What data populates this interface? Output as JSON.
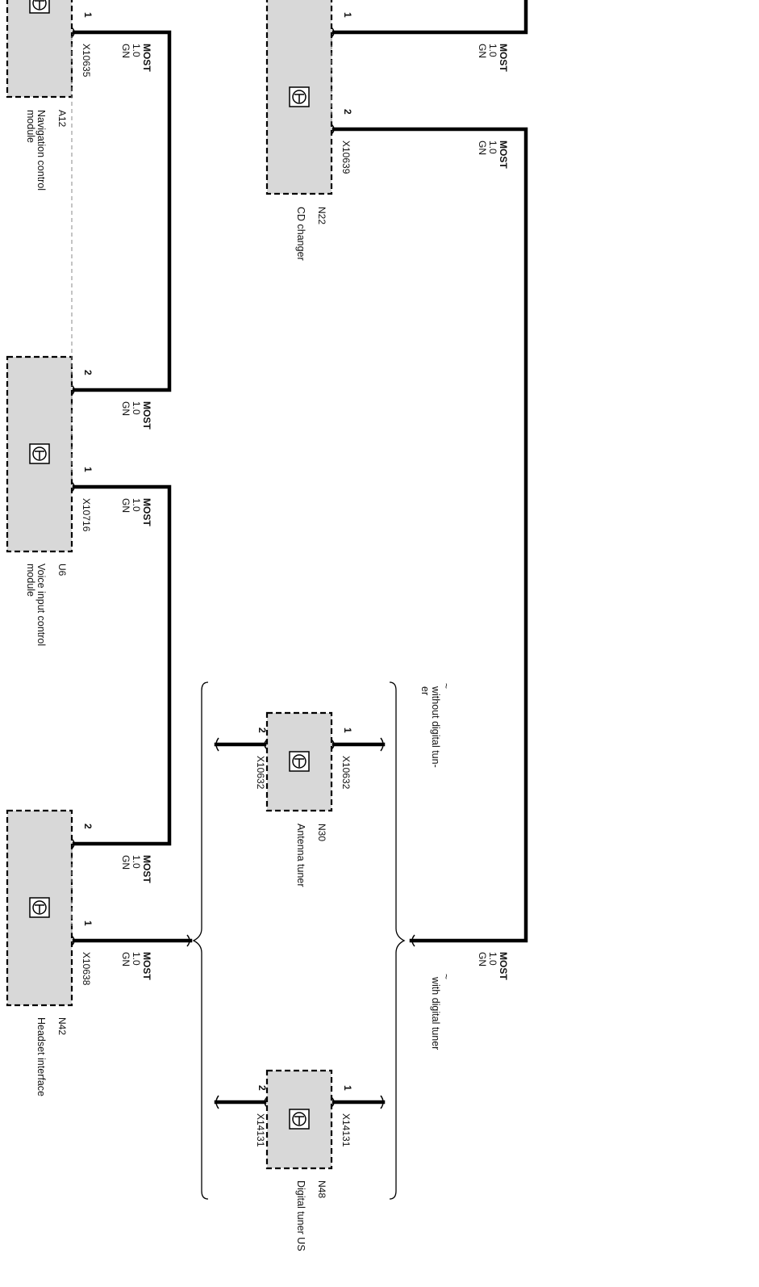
{
  "wire": {
    "type": "MOST",
    "size": "1.0",
    "color": "GN"
  },
  "components": [
    {
      "id": "A12",
      "name": "Navigation control module",
      "name_lines": [
        "Navigation control",
        "module"
      ],
      "connector": "X10635",
      "pins": [
        "1"
      ]
    },
    {
      "id": "U6",
      "name": "Voice input control module",
      "name_lines": [
        "Voice input control",
        "module"
      ],
      "connector": "X10716",
      "pins": [
        "2",
        "1"
      ]
    },
    {
      "id": "N42",
      "name": "Headset interface",
      "name_lines": [
        "Headset interface"
      ],
      "connector": "X10638",
      "pins": [
        "2",
        "1"
      ]
    },
    {
      "id": "N22",
      "name": "CD changer",
      "name_lines": [
        "CD changer"
      ],
      "connector": "X10639",
      "pins": [
        "1",
        "2"
      ]
    },
    {
      "id": "N30",
      "name": "Antenna tuner",
      "name_lines": [
        "Antenna tuner"
      ],
      "connector": "X10632",
      "pins": [
        "1",
        "2"
      ]
    },
    {
      "id": "N48",
      "name": "Digital tuner US",
      "name_lines": [
        "Digital tuner US"
      ],
      "connector": "X14131",
      "pins": [
        "1",
        "2"
      ]
    }
  ],
  "variants": {
    "without": "without digital tun-",
    "without_cont": "er",
    "with": "with digital tuner",
    "tilde": "~"
  }
}
